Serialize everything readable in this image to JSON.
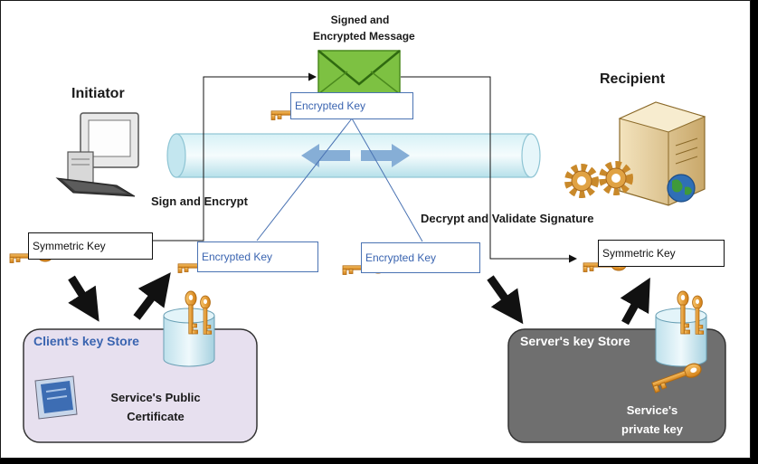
{
  "message": {
    "label_line1": "Signed and",
    "label_line2": "Encrypted Message"
  },
  "initiator": {
    "title": "Initiator"
  },
  "recipient": {
    "title": "Recipient"
  },
  "flows": {
    "sign_encrypt": "Sign and Encrypt",
    "decrypt_validate": "Decrypt and Validate Signature"
  },
  "keys": {
    "message_key": "Encrypted Key",
    "client_symmetric": "Symmetric Key",
    "client_encrypted": "Encrypted Key",
    "server_encrypted": "Encrypted Key",
    "server_symmetric": "Symmetric Key"
  },
  "client_store": {
    "title": "Client's key Store",
    "cert_line1": "Service's Public",
    "cert_line2": "Certificate"
  },
  "server_store": {
    "title": "Server's key Store",
    "key_line1": "Service's",
    "key_line2": "private key"
  },
  "colors": {
    "key_orange": "#e8962b",
    "client_store_bg": "#e7e0ef",
    "server_store_bg": "#6f6f6f",
    "envelope_green": "#7dc142",
    "link_blue": "#4a73b3"
  }
}
